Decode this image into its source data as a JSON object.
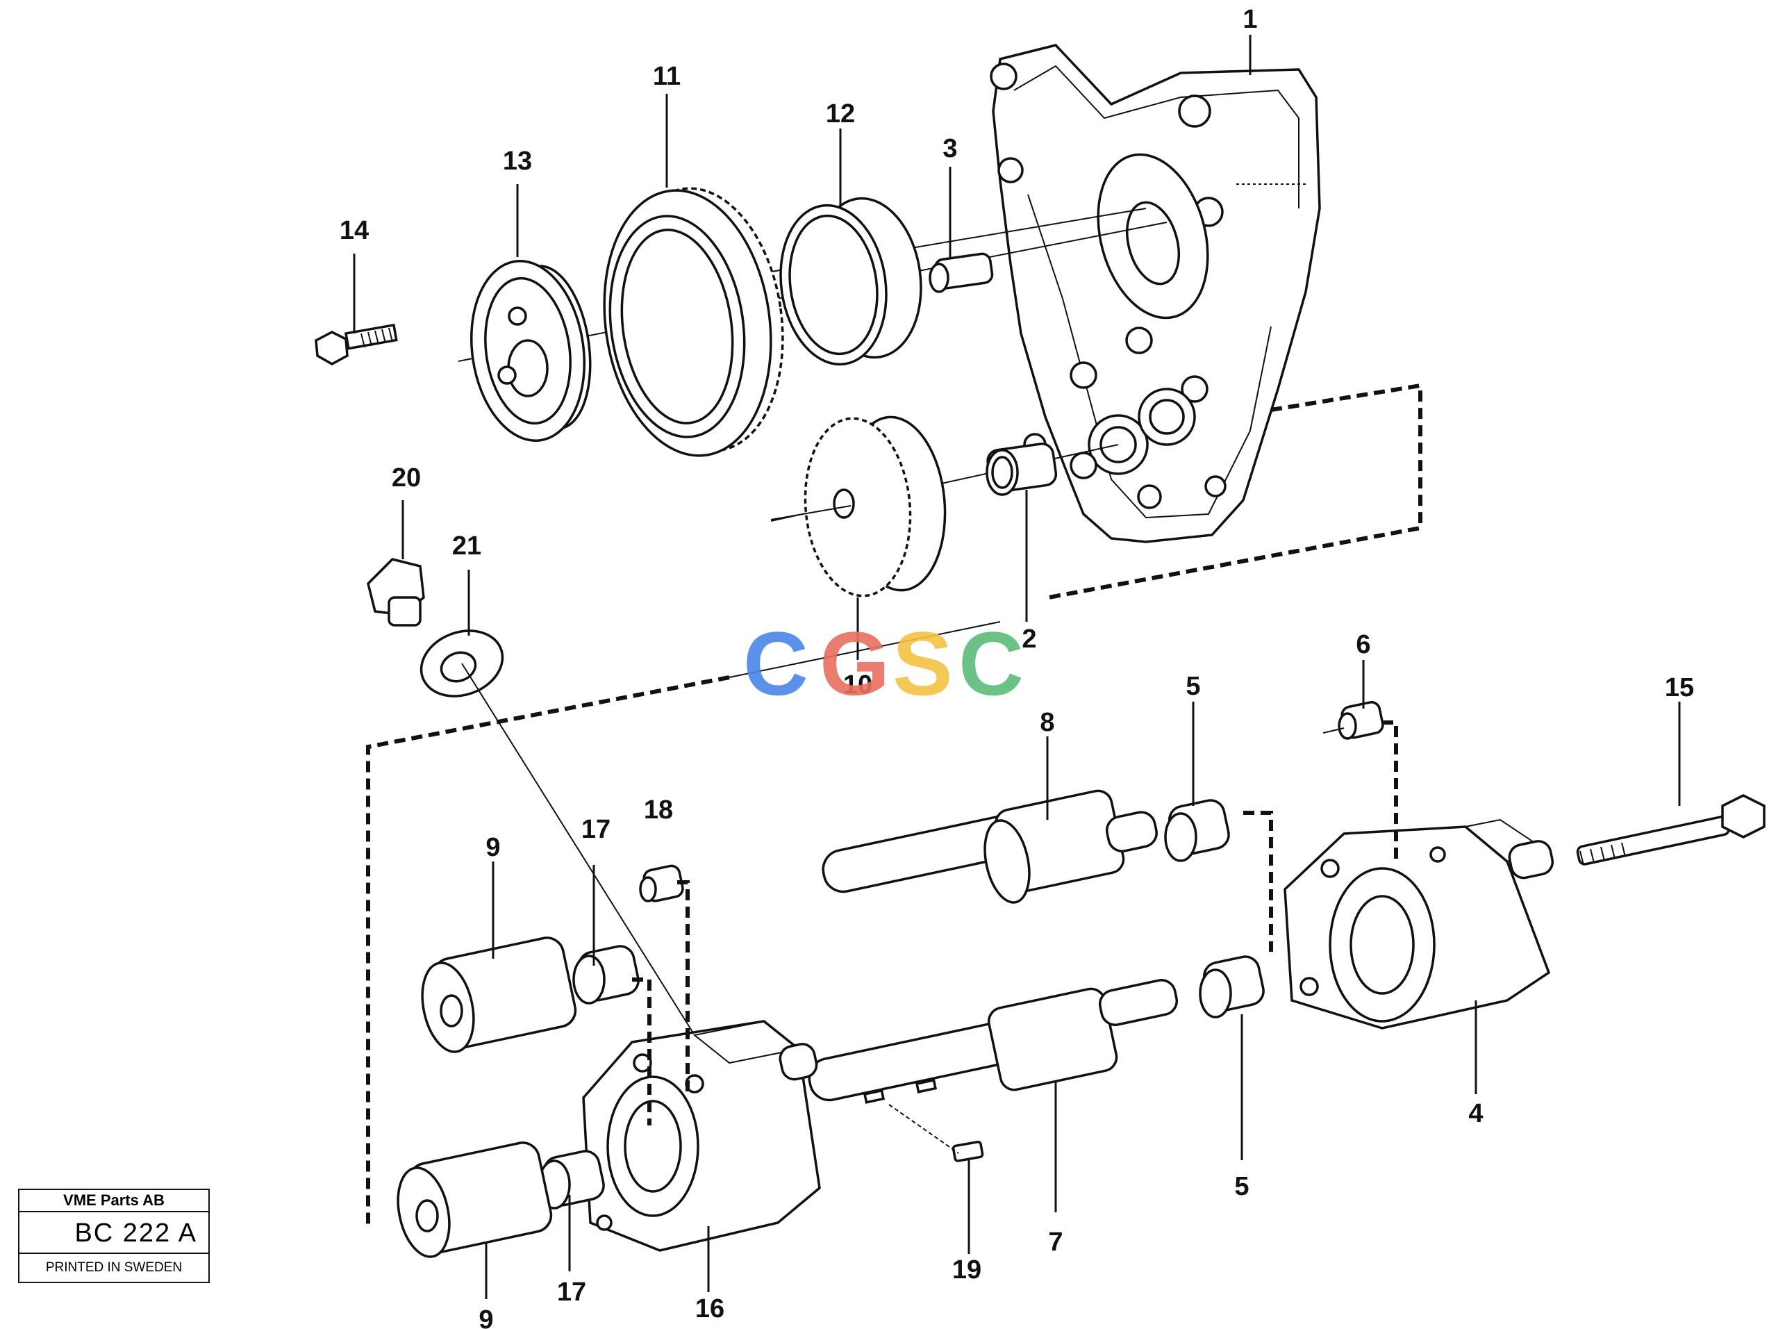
{
  "callouts": [
    {
      "id": "c1",
      "text": "1"
    },
    {
      "id": "c2",
      "text": "2"
    },
    {
      "id": "c3",
      "text": "3"
    },
    {
      "id": "c4",
      "text": "4"
    },
    {
      "id": "c5a",
      "text": "5"
    },
    {
      "id": "c5b",
      "text": "5"
    },
    {
      "id": "c6",
      "text": "6"
    },
    {
      "id": "c7",
      "text": "7"
    },
    {
      "id": "c8",
      "text": "8"
    },
    {
      "id": "c9a",
      "text": "9"
    },
    {
      "id": "c9b",
      "text": "9"
    },
    {
      "id": "c10",
      "text": "10"
    },
    {
      "id": "c11",
      "text": "11"
    },
    {
      "id": "c12",
      "text": "12"
    },
    {
      "id": "c13",
      "text": "13"
    },
    {
      "id": "c14",
      "text": "14"
    },
    {
      "id": "c15",
      "text": "15"
    },
    {
      "id": "c16",
      "text": "16"
    },
    {
      "id": "c17a",
      "text": "17"
    },
    {
      "id": "c17b",
      "text": "17"
    },
    {
      "id": "c18",
      "text": "18"
    },
    {
      "id": "c19",
      "text": "19"
    },
    {
      "id": "c20",
      "text": "20"
    },
    {
      "id": "c21",
      "text": "21"
    }
  ],
  "titleblock": {
    "company": "VME Parts AB",
    "code": "BC 222 A",
    "printed": "PRINTED IN SWEDEN"
  },
  "watermark": {
    "text": "CGSC",
    "colors": [
      "#4a86e8",
      "#e8705f",
      "#f5c242",
      "#5dbb7a"
    ]
  }
}
